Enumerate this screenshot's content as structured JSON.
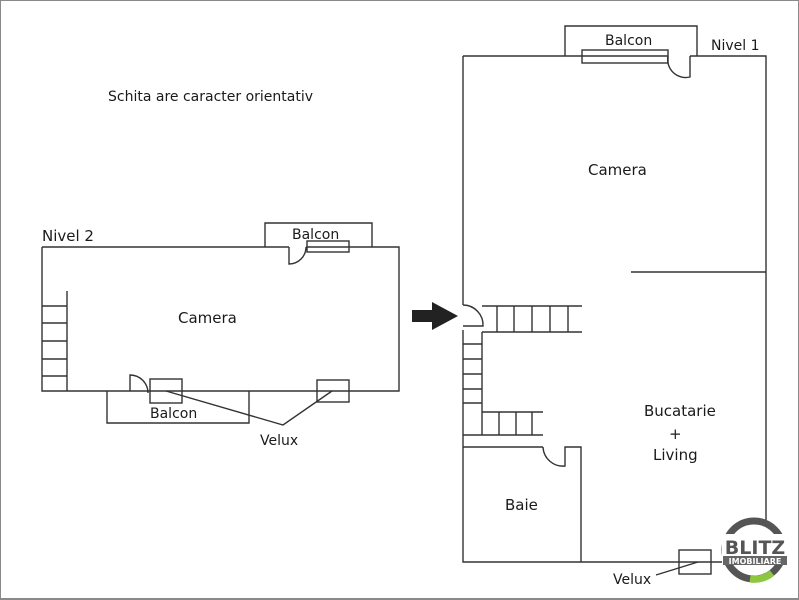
{
  "note": "Schita are caracter orientativ",
  "level2": {
    "title": "Nivel 2",
    "room": "Camera",
    "balcony_top": "Balcon",
    "balcony_bottom": "Balcon",
    "velux": "Velux"
  },
  "level1": {
    "title": "Nivel 1",
    "balcony": "Balcon",
    "room": "Camera",
    "kitchen_line1": "Bucatarie",
    "kitchen_plus": "+",
    "kitchen_line2": "Living",
    "bath": "Baie",
    "velux": "Velux"
  },
  "logo": {
    "line1": "BLITZ",
    "line2": "IMOBILIARE",
    "ring_color": "#555555",
    "accent_color": "#8dc63f"
  }
}
